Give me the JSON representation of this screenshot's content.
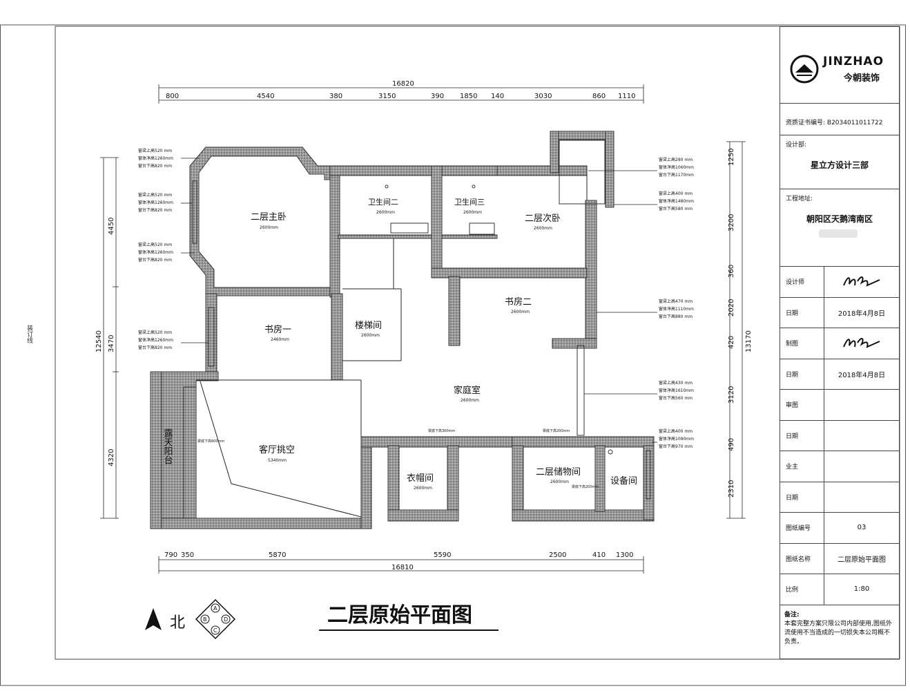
{
  "side_label": "装订线",
  "title": "二层原始平面图",
  "north_label": "北",
  "compass": {
    "a": "A",
    "b": "B",
    "c": "C",
    "d": "D"
  },
  "rooms": {
    "master_bedroom": {
      "name": "二层主卧",
      "height": "2600mm"
    },
    "bathroom_2": {
      "name": "卫生间二",
      "height": "2600mm"
    },
    "bathroom_3": {
      "name": "卫生间三",
      "height": "2600mm"
    },
    "second_bedroom": {
      "name": "二层次卧",
      "height": "2600mm"
    },
    "study_2": {
      "name": "书房二",
      "height": "2600mm"
    },
    "study_1": {
      "name": "书房一",
      "height": "2460mm"
    },
    "stairs": {
      "name": "楼梯间",
      "height": "2600mm"
    },
    "family_room": {
      "name": "家庭室",
      "height": "2600mm"
    },
    "living_void": {
      "name": "客厅挑空",
      "height": "5340mm"
    },
    "balcony": {
      "name": "露天阳台"
    },
    "cloakroom": {
      "name": "衣帽间",
      "height": "2600mm"
    },
    "storage": {
      "name": "二层储物间",
      "height": "2600mm"
    },
    "equipment": {
      "name": "设备间"
    }
  },
  "beam_notes": {
    "cloak": "梁底下高300mm",
    "storage": "梁底下高200mm",
    "storage_inner": "梁底下高200mm",
    "living": "梁底下高600mm"
  },
  "window_notes": {
    "left": [
      [
        "窗梁上高520 mm",
        "窗体净高1260mm",
        "窗台下高820 mm"
      ],
      [
        "窗梁上高520 mm",
        "窗体净高1260mm",
        "窗台下高820 mm"
      ],
      [
        "窗梁上高520 mm",
        "窗体净高1260mm",
        "窗台下高820 mm"
      ],
      [
        "窗梁上高520 mm",
        "窗体净高1260mm",
        "窗台下高820 mm"
      ]
    ],
    "right": [
      [
        "窗梁上高280 mm",
        "窗体净高1060mm",
        "窗台下高1170mm"
      ],
      [
        "窗梁上高400 mm",
        "窗体净高1480mm",
        "窗台下高580 mm"
      ],
      [
        "窗梁上高470 mm",
        "窗体净高1110mm",
        "窗台下高880 mm"
      ],
      [
        "窗梁上高430 mm",
        "窗体净高1610mm",
        "窗台下高560 mm"
      ],
      [
        "窗梁上高400 mm",
        "窗体净高1090mm",
        "窗台下高970 mm"
      ]
    ]
  },
  "dimensions": {
    "top_total": "16820",
    "top": [
      "800",
      "4540",
      "380",
      "3150",
      "390",
      "1850",
      "140",
      "3030",
      "860",
      "1110"
    ],
    "bottom_total": "16810",
    "bottom": [
      "790",
      "350",
      "5870",
      "5590",
      "2500",
      "410",
      "1300"
    ],
    "left_total": "12540",
    "left": [
      "4450",
      "3470",
      "4320"
    ],
    "right_total": "13170",
    "right": [
      "1250",
      "3200",
      "360",
      "2020",
      "420",
      "3120",
      "490",
      "2310"
    ]
  },
  "title_block": {
    "brand_en": "JINZHAO",
    "brand_cn": "今朝装饰",
    "cert": "资质证书编号: B2034011011722",
    "design_dept_label": "设计部:",
    "design_dept": "星立方设计三部",
    "project_addr_label": "工程地址:",
    "project_addr": "朝阳区天鹅湾南区",
    "rows": [
      {
        "label": "设计师",
        "value": ""
      },
      {
        "label": "日期",
        "value": "2018年4月8日"
      },
      {
        "label": "制图",
        "value": ""
      },
      {
        "label": "日期",
        "value": "2018年4月8日"
      },
      {
        "label": "审图",
        "value": ""
      },
      {
        "label": "日期",
        "value": ""
      },
      {
        "label": "业主",
        "value": ""
      },
      {
        "label": "日期",
        "value": ""
      },
      {
        "label": "图纸编号",
        "value": "03"
      },
      {
        "label": "图纸名称",
        "value": "二层原始平面图"
      },
      {
        "label": "比例",
        "value": "1:80"
      }
    ],
    "note_label": "备注:",
    "note": "本套完整方案只限公司内部使用,图纸外流使用不当造成的一切损失本公司概不负责。"
  }
}
